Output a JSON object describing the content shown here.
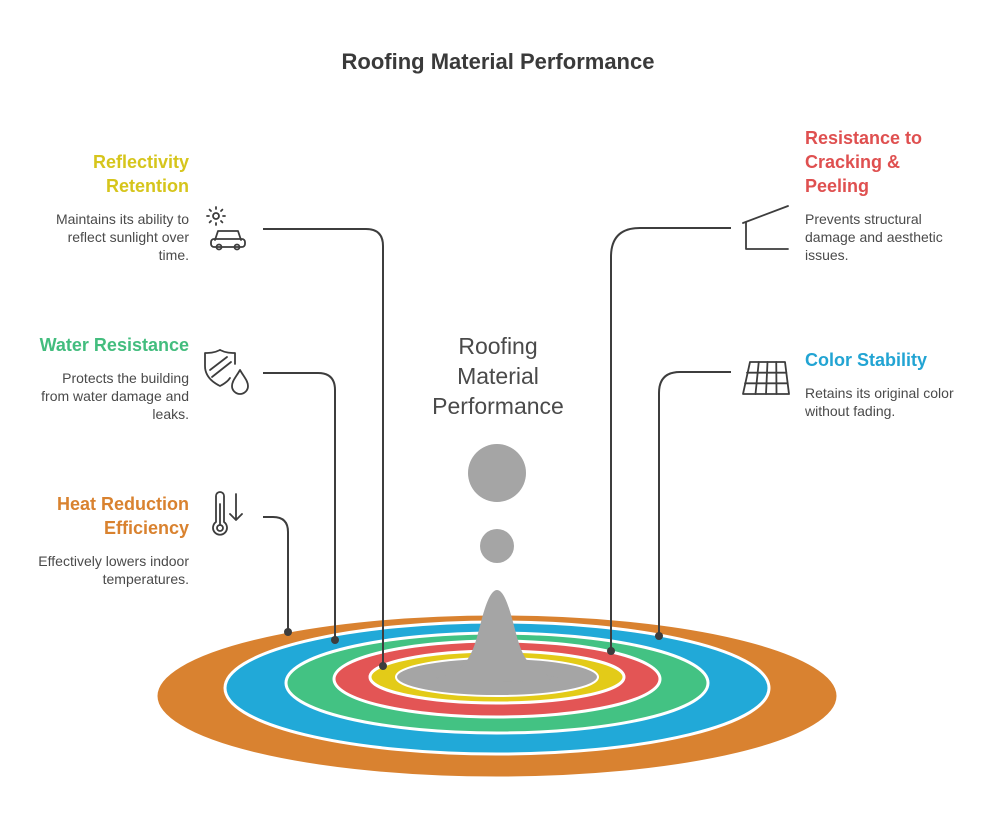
{
  "title": "Roofing Material Performance",
  "center_label": [
    "Roofing",
    "Material",
    "Performance"
  ],
  "colors": {
    "ring_orange": "#D98230",
    "ring_blue": "#21A9D8",
    "ring_green": "#43C283",
    "ring_red": "#E35555",
    "ring_yellow": "#E3CB18",
    "center_gray": "#A5A5A5",
    "line": "#3d3d3d"
  },
  "items": {
    "reflectivity": {
      "title": [
        "Reflectivity",
        "Retention"
      ],
      "description": [
        "Maintains its ability to",
        "reflect sunlight over",
        "time."
      ],
      "color": "#D6C51C",
      "icon": "sun-car-icon"
    },
    "water": {
      "title": [
        "Water Resistance"
      ],
      "description": [
        "Protects the building",
        "from water damage and",
        "leaks."
      ],
      "color": "#43BD7E",
      "icon": "shield-water-drop-icon"
    },
    "heat": {
      "title": [
        "Heat Reduction",
        "Efficiency"
      ],
      "description": [
        "Effectively lowers indoor",
        "temperatures."
      ],
      "color": "#D9822F",
      "icon": "thermometer-down-icon"
    },
    "cracking": {
      "title": [
        "Resistance to",
        "Cracking &",
        "Peeling"
      ],
      "description": [
        "Prevents structural",
        "damage and aesthetic",
        "issues."
      ],
      "color": "#DF5050",
      "icon": "roof-icon"
    },
    "color": {
      "title": [
        "Color Stability"
      ],
      "description": [
        "Retains its original color",
        "without fading."
      ],
      "color": "#22A4D3",
      "icon": "solar-panel-icon"
    }
  }
}
